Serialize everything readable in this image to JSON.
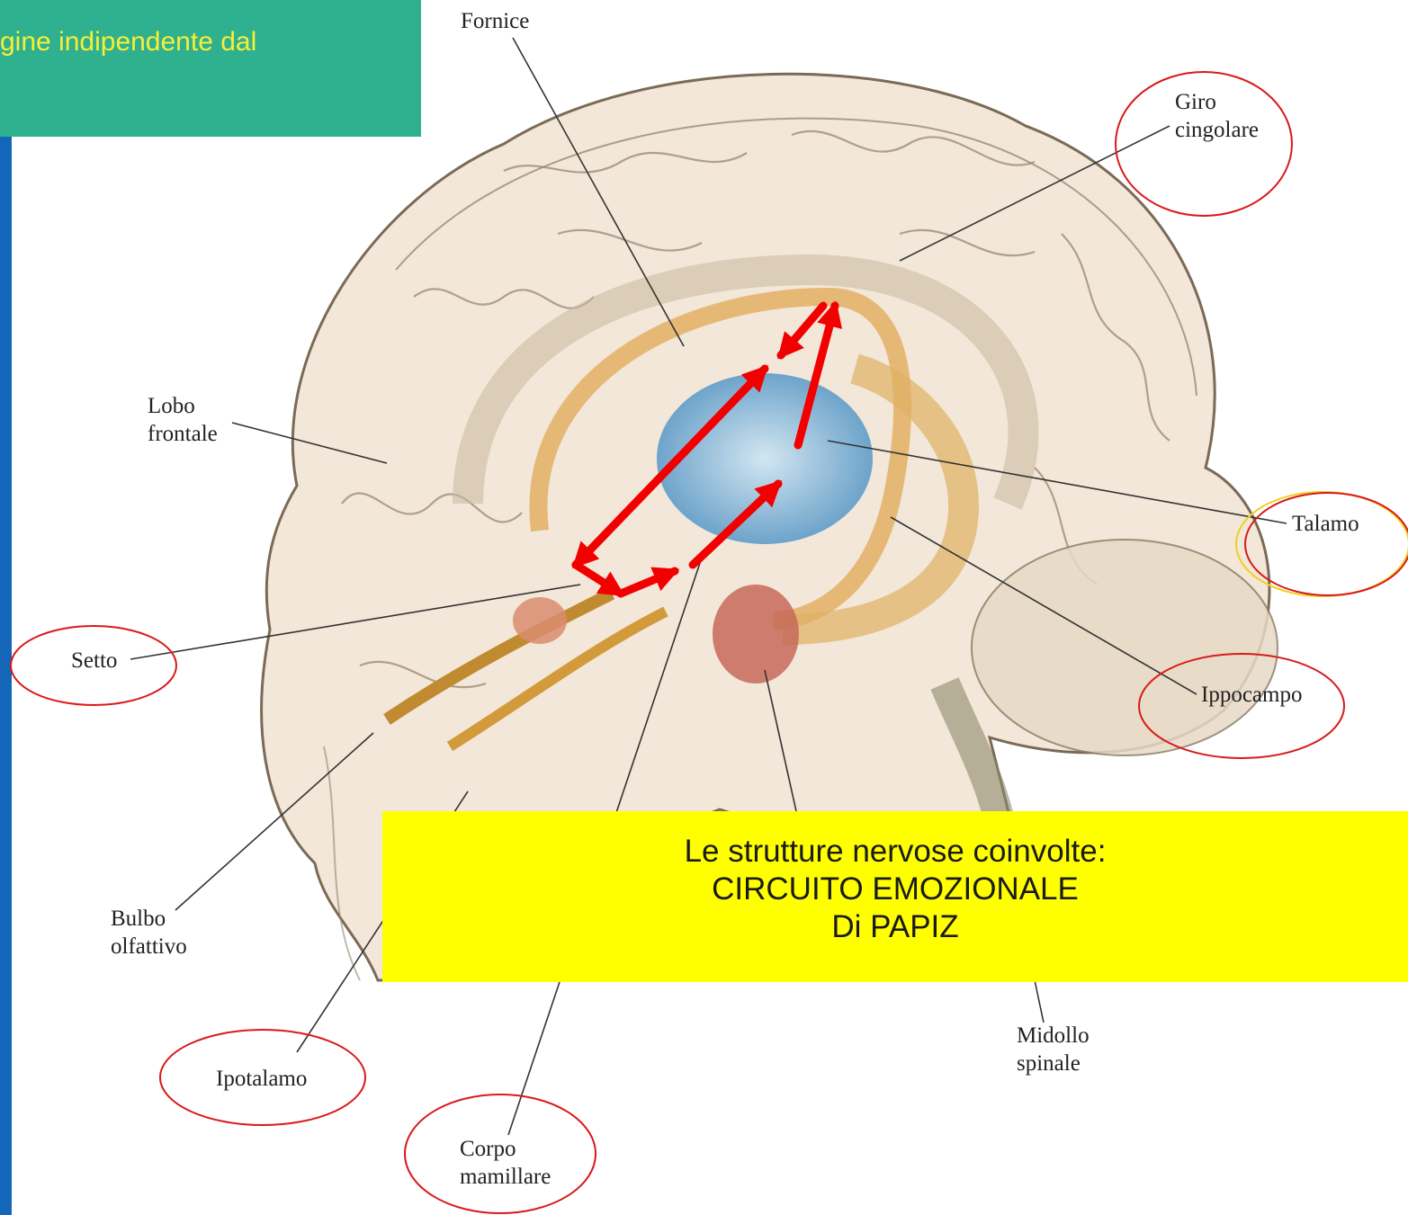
{
  "header": {
    "line1": "",
    "line2": "gine indipendente dal"
  },
  "labels": {
    "fornice": "Fornice",
    "giro": [
      "Giro",
      "cingolare"
    ],
    "lobo": [
      "Lobo",
      "frontale"
    ],
    "talamo": "Talamo",
    "setto": "Setto",
    "ippocampo": "Ippocampo",
    "bulbo": [
      "Bulbo",
      "olfattivo"
    ],
    "ipotalamo": "Ipotalamo",
    "corpo": [
      "Corpo",
      "mamillare"
    ],
    "midollo": [
      "Midollo",
      "spinale"
    ]
  },
  "callout": {
    "title": "Le strutture nervose coinvolte:",
    "line1": "CIRCUITO EMOZIONALE",
    "line2": "Di PAPIZ"
  },
  "colors": {
    "highlight_box": "#2fb08e",
    "highlight_text": "#f6ef3a",
    "callout_bg": "#ffff00",
    "circle_stroke": "#d91a1a",
    "arrow": "#f20000",
    "side_bar": "#1466b8"
  }
}
